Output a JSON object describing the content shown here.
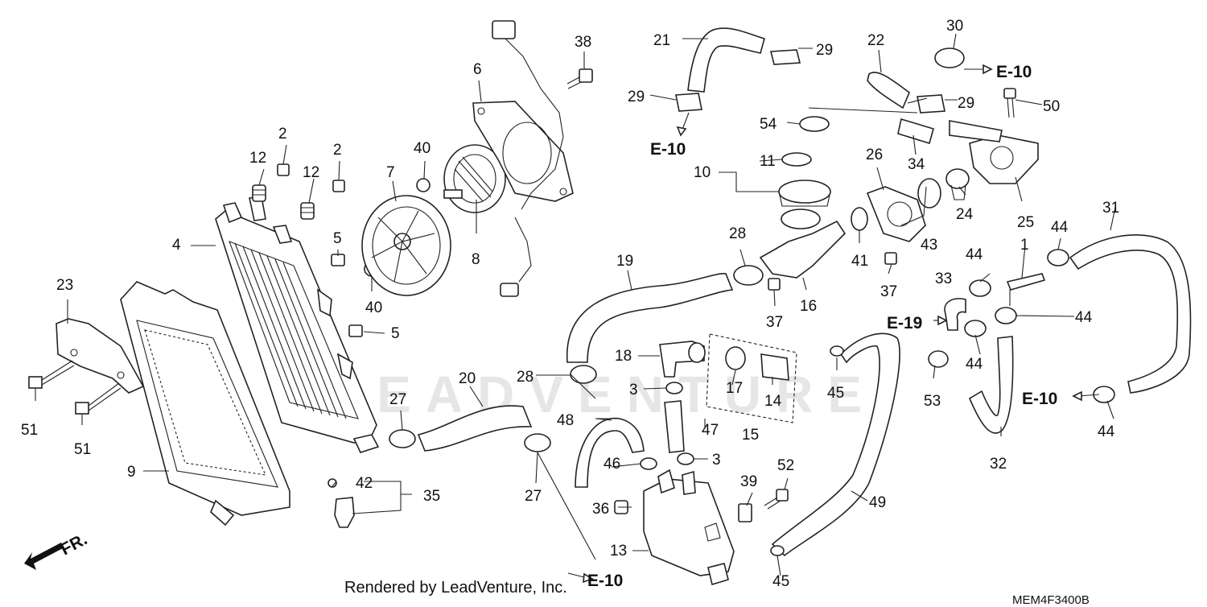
{
  "diagram": {
    "code": "MEM4F3400B",
    "credit": "Rendered by LeadVenture, Inc.",
    "watermark": "LEADVENTURE",
    "direction_label": "FR.",
    "reference": "E-10",
    "reference_alt": "E-19",
    "callouts": {
      "n1": "1",
      "n2": "2",
      "n3": "3",
      "n4": "4",
      "n5": "5",
      "n6": "6",
      "n7": "7",
      "n8": "8",
      "n9": "9",
      "n10": "10",
      "n11": "11",
      "n12": "12",
      "n13": "13",
      "n14": "14",
      "n15": "15",
      "n16": "16",
      "n17": "17",
      "n18": "18",
      "n19": "19",
      "n20": "20",
      "n21": "21",
      "n22": "22",
      "n23": "23",
      "n24": "24",
      "n25": "25",
      "n26": "26",
      "n27": "27",
      "n28": "28",
      "n29": "29",
      "n30": "30",
      "n31": "31",
      "n32": "32",
      "n33": "33",
      "n34": "34",
      "n35": "35",
      "n36": "36",
      "n37": "37",
      "n38": "38",
      "n39": "39",
      "n40": "40",
      "n41": "41",
      "n42": "42",
      "n43": "43",
      "n44": "44",
      "n45": "45",
      "n46": "46",
      "n47": "47",
      "n48": "48",
      "n49": "49",
      "n50": "50",
      "n51": "51",
      "n52": "52",
      "n53": "53",
      "n54": "54"
    }
  }
}
